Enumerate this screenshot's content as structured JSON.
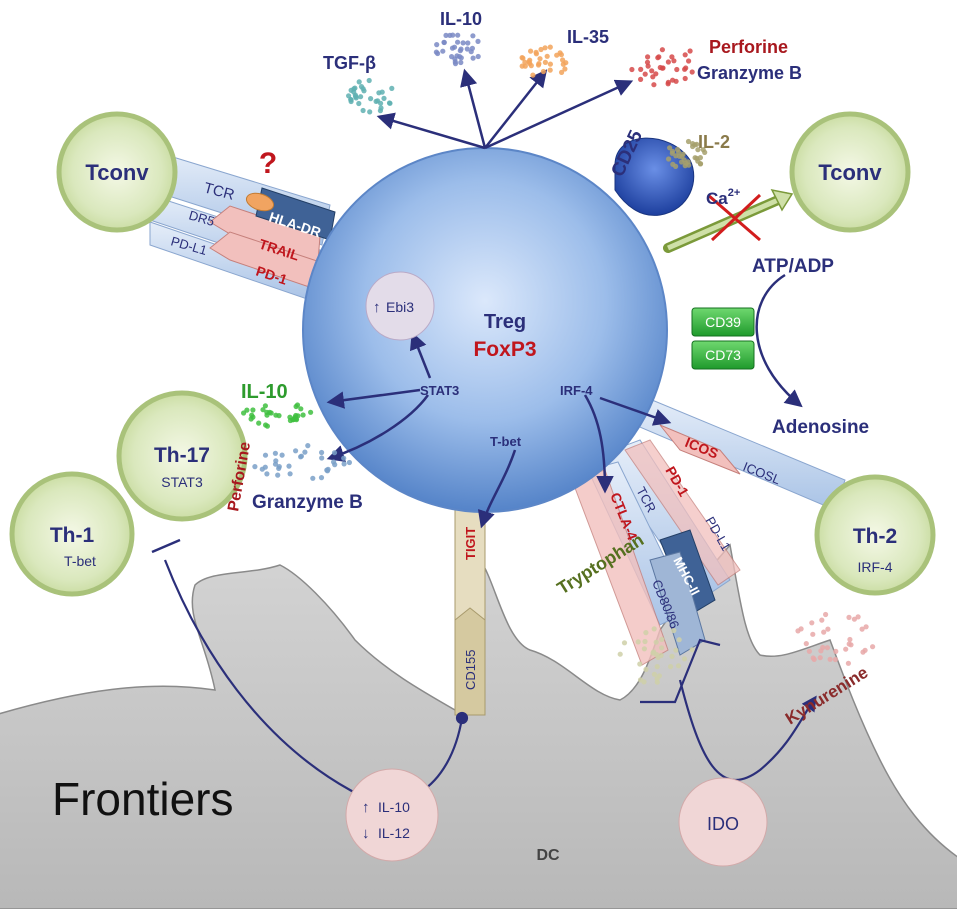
{
  "labels": {
    "tconv_left": "Tconv",
    "tconv_right": "Tconv",
    "treg": "Treg",
    "foxp3": "FoxP3",
    "question": "?",
    "tcr_top": "TCR",
    "hla_dr": "HLA-DR",
    "dr5": "DR5",
    "trail": "TRAIL",
    "pd_l1_left": "PD-L1",
    "pd_1_left": "PD-1",
    "tgf_beta": "TGF-β",
    "il10_top": "IL-10",
    "il35": "IL-35",
    "perforine_top": "Perforine",
    "granzyme_top": "Granzyme B",
    "cd25": "CD25",
    "il2": "IL-2",
    "ca": "Ca",
    "ca_sup": "2+",
    "atp_adp": "ATP/ADP",
    "cd39": "CD39",
    "cd73": "CD73",
    "adenosine": "Adenosine",
    "ebi3": "Ebi3",
    "stat3_center": "STAT3",
    "irf4_center": "IRF-4",
    "tbet_center": "T-bet",
    "il10_left": "IL-10",
    "granzyme_left": "Granzyme B",
    "perforine_left": "Perforine",
    "th17": "Th-17",
    "th17_sub": "STAT3",
    "th1": "Th-1",
    "th1_sub": "T-bet",
    "th2": "Th-2",
    "th2_sub": "IRF-4",
    "icos": "ICOS",
    "icosl": "ICOSL",
    "pd_1_right": "PD-1",
    "pd_l1_right": "PD-L1",
    "tcr_bottom": "TCR",
    "ctla4": "CTLA-4",
    "mhc_ii": "MHC-II",
    "cd80_86": "CD80/86",
    "tigit": "TIGIT",
    "cd155": "CD155",
    "tryptophan": "Tryptophan",
    "kynurenine": "Kynurenine",
    "ido": "IDO",
    "il10_dc": "IL-10",
    "il12_dc": "IL-12",
    "dc": "DC",
    "frontiers": "Frontiers"
  },
  "colors": {
    "navy": "#2b2f7a",
    "red": "#c0161d",
    "green": "#2d9b2d",
    "olive": "#56701f",
    "tan": "#8a7a4a",
    "brown": "#8a2b2b",
    "cell_green": "#d4e4ae",
    "treg_blue": "#7aa4dc",
    "dc_gray": "#c6c6c6"
  },
  "icons": {
    "up_arrow": "↑",
    "down_arrow": "↓",
    "inhibition": "cross-mark-icon"
  }
}
